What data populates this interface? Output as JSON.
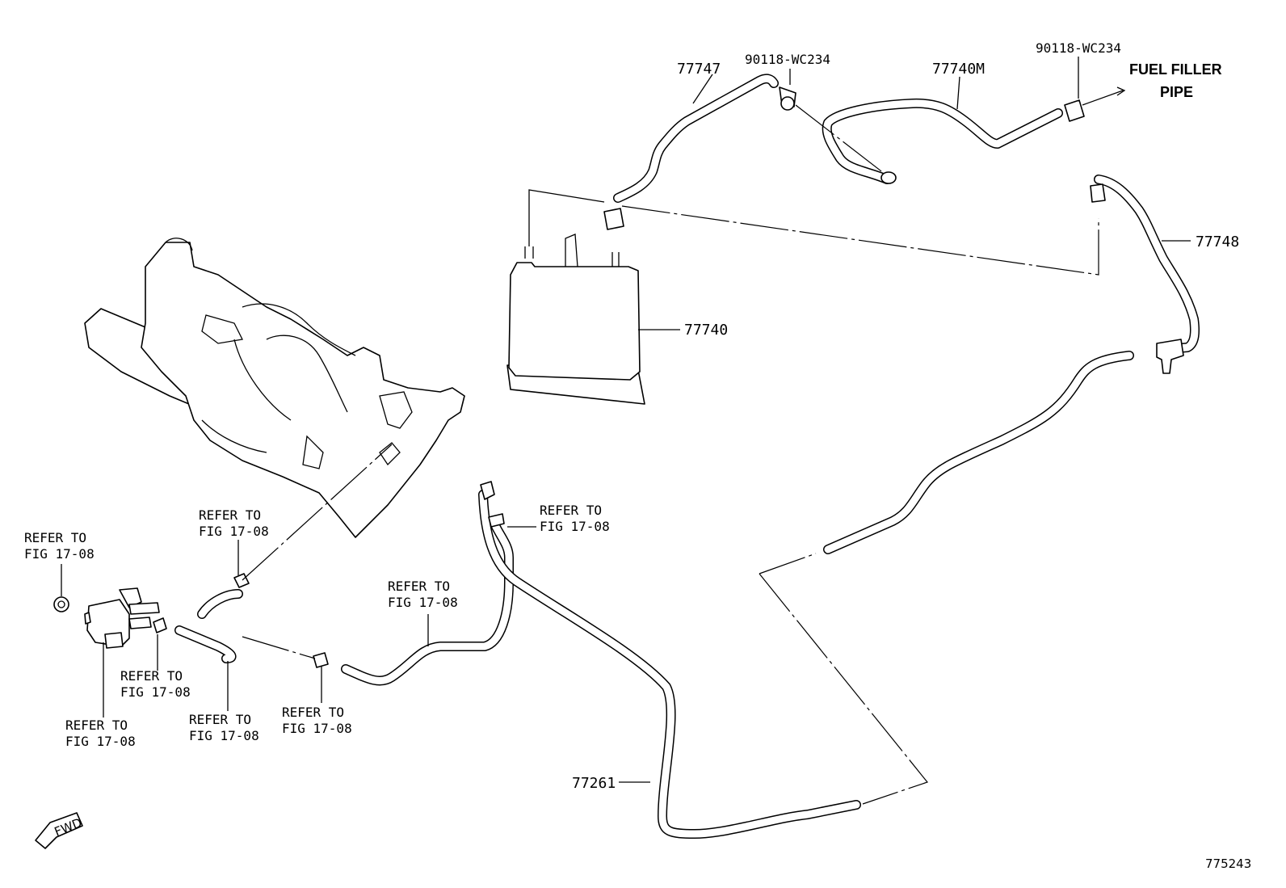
{
  "labels": {
    "p77747": "77747",
    "clip_top": "90118-WC234",
    "p77740m": "77740M",
    "clip_right": "90118-WC234",
    "fuel_filler_1": "FUEL FILLER",
    "fuel_filler_2": "PIPE",
    "p77748": "77748",
    "p77740": "77740",
    "p77261": "77261",
    "fwd": "FWD",
    "figure_id": "775243"
  },
  "refers": [
    {
      "l1": "REFER TO",
      "l2": "FIG 17-08"
    },
    {
      "l1": "REFER TO",
      "l2": "FIG 17-08"
    },
    {
      "l1": "REFER TO",
      "l2": "FIG 17-08"
    },
    {
      "l1": "REFER TO",
      "l2": "FIG 17-08"
    },
    {
      "l1": "REFER TO",
      "l2": "FIG 17-08"
    },
    {
      "l1": "REFER TO",
      "l2": "FIG 17-08"
    },
    {
      "l1": "REFER TO",
      "l2": "FIG 17-08"
    },
    {
      "l1": "REFER TO",
      "l2": "FIG 17-08"
    }
  ]
}
